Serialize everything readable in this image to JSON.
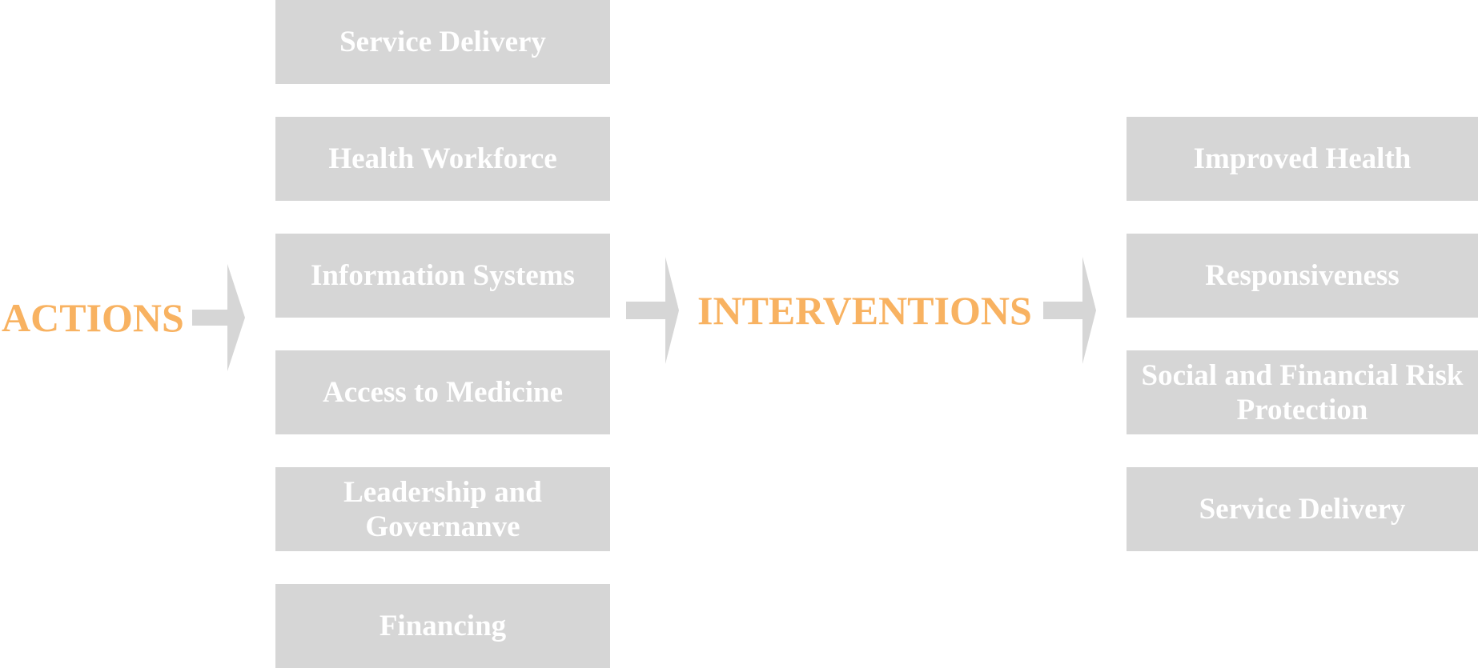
{
  "labels": {
    "actions": "ACTIONS",
    "interventions": "INTERVENTIONS"
  },
  "actions_boxes": [
    "Service Delivery",
    "Health Workforce",
    "Information Systems",
    "Access to Medicine",
    "Leadership and Governanve",
    "Financing"
  ],
  "outcome_boxes": [
    "Improved Health",
    "Responsiveness",
    "Social and Financial Risk Protection",
    "Service Delivery"
  ],
  "colors": {
    "label": "#f8b261",
    "box": "#d6d6d6",
    "box_text": "#ffffff",
    "arrow": "#d6d6d6"
  }
}
